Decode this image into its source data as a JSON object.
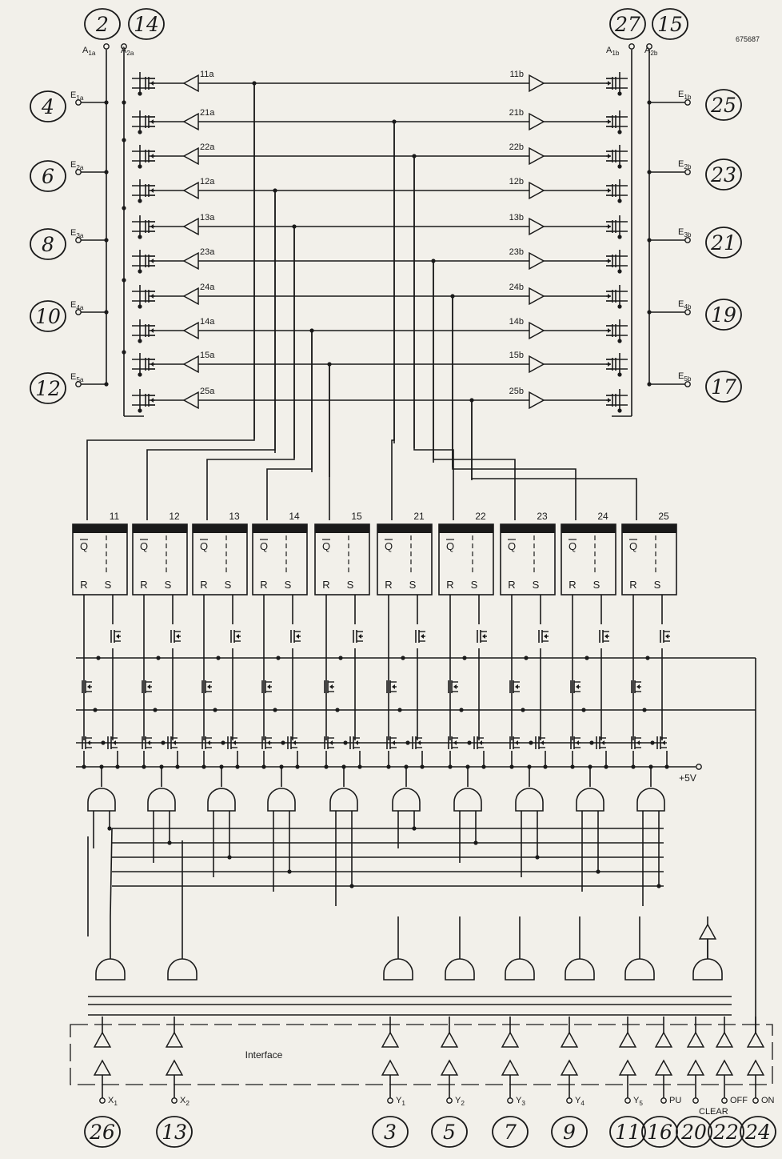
{
  "doc_code": "675687",
  "top_left_inputs": [
    {
      "circle": "2",
      "label": "A1a"
    },
    {
      "circle": "14",
      "label": "A2a"
    }
  ],
  "top_right_inputs": [
    {
      "circle": "27",
      "label": "A1b"
    },
    {
      "circle": "15",
      "label": "A2b"
    }
  ],
  "left_terminals": [
    {
      "circle": "4",
      "label": "E1a"
    },
    {
      "circle": "6",
      "label": "E2a"
    },
    {
      "circle": "8",
      "label": "E3a"
    },
    {
      "circle": "10",
      "label": "E4a"
    },
    {
      "circle": "12",
      "label": "E5a"
    }
  ],
  "right_terminals": [
    {
      "circle": "25",
      "label": "E1b"
    },
    {
      "circle": "23",
      "label": "E2b"
    },
    {
      "circle": "21",
      "label": "E3b"
    },
    {
      "circle": "19",
      "label": "E4b"
    },
    {
      "circle": "17",
      "label": "E5b"
    }
  ],
  "switch_rows_a": [
    "11a",
    "21a",
    "22a",
    "12a",
    "13a",
    "23a",
    "24a",
    "14a",
    "15a",
    "25a"
  ],
  "switch_rows_b": [
    "11b",
    "21b",
    "22b",
    "12b",
    "13b",
    "23b",
    "24b",
    "14b",
    "15b",
    "25b"
  ],
  "flipflops": [
    "11",
    "12",
    "13",
    "14",
    "15",
    "21",
    "22",
    "23",
    "24",
    "25"
  ],
  "ff_pins": {
    "q": "Q",
    "r": "R",
    "s": "S"
  },
  "supply_label": "+5V",
  "interface_label": "Interface",
  "bottom_inputs": [
    {
      "circle": "26",
      "label": "X1"
    },
    {
      "circle": "13",
      "label": "X2"
    },
    {
      "circle": "3",
      "label": "Y1"
    },
    {
      "circle": "5",
      "label": "Y2"
    },
    {
      "circle": "7",
      "label": "Y3"
    },
    {
      "circle": "9",
      "label": "Y4"
    },
    {
      "circle": "11",
      "label": "Y5"
    },
    {
      "circle": "16",
      "label": "PU"
    },
    {
      "circle": "20",
      "label": "CLEAR"
    },
    {
      "circle": "22",
      "label": "OFF"
    },
    {
      "circle": "24",
      "label": "ON"
    }
  ]
}
